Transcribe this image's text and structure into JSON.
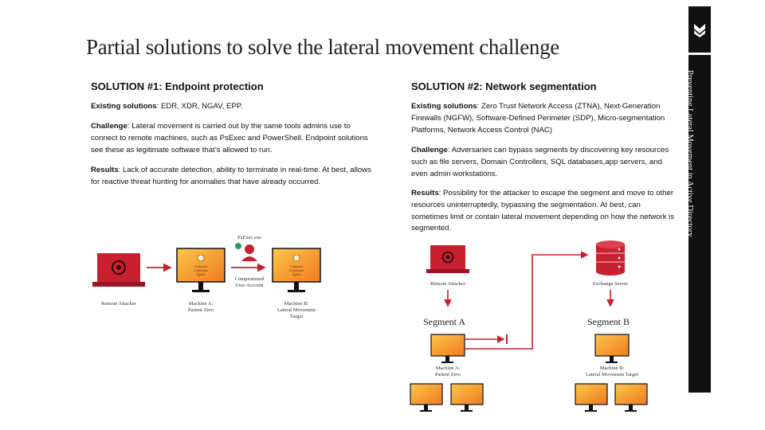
{
  "title": "Partial solutions to solve the lateral movement challenge",
  "sidebar": {
    "text": "Preventing Lateral Movement in Active Directory",
    "icon": "chevron-down-icon"
  },
  "solution1": {
    "heading": "SOLUTION #1: Endpoint protection",
    "existing_label": "Existing solutions",
    "existing_text": ": EDR, XDR, NGAV, EPP.",
    "challenge_label": "Challenge",
    "challenge_text": ": Lateral movement is carried out by the same tools admins use to connect to remote machines, such as PsExec and PowerShell. Endpoint solutions see these as legitimate software that’s allowed to run.",
    "results_label": "Results",
    "results_text": ": Lack of accurate detection, ability to terminate in real-time. At best, allows for reactive threat hunting for anomalies that have already occurred.",
    "diagram": {
      "remote_attacker": "Remote Attacker",
      "machine_a": "Machine A:\nPatient Zero",
      "machine_b": "Machine B:\nLateral Movement\nTarget",
      "psexec": "PsExec.exe",
      "compromised": "Compromised\nUser Account",
      "agent_text": "Endpoint\nProtection\nAgent"
    }
  },
  "solution2": {
    "heading": "SOLUTION #2: Network segmentation",
    "existing_label": "Existing solutions",
    "existing_text": ": Zero Trust Network Access (ZTNA), Next-Generation Firewalls (NGFW), Software-Defined Perimeter (SDP), Micro-segmentation Platforms, Network Access Control (NAC)",
    "challenge_label": "Challenge",
    "challenge_text": ": Adversaries can bypass segments by discovering key resources such as file servers, Domain Controllers, SQL databases,app servers, and even admin workstations.",
    "results_label": "Results",
    "results_text": ": Possibility for the attacker to escape the segment and move to other resources uninterruptedly, bypassing the segmentation. At best, can sometimes limit or contain lateral movement depending on how the network is segmented.",
    "diagram": {
      "remote_attacker": "Remote Attacker",
      "exchange_server": "Exchange Server",
      "segment_a": "Segment A",
      "segment_b": "Segment B",
      "machine_a": "Machine A:\nPatient Zero",
      "machine_b": "Machine B:\nLateral Movement Target"
    }
  },
  "colors": {
    "red": "#c8202f",
    "orange": "#f7a83a",
    "black": "#111111"
  }
}
